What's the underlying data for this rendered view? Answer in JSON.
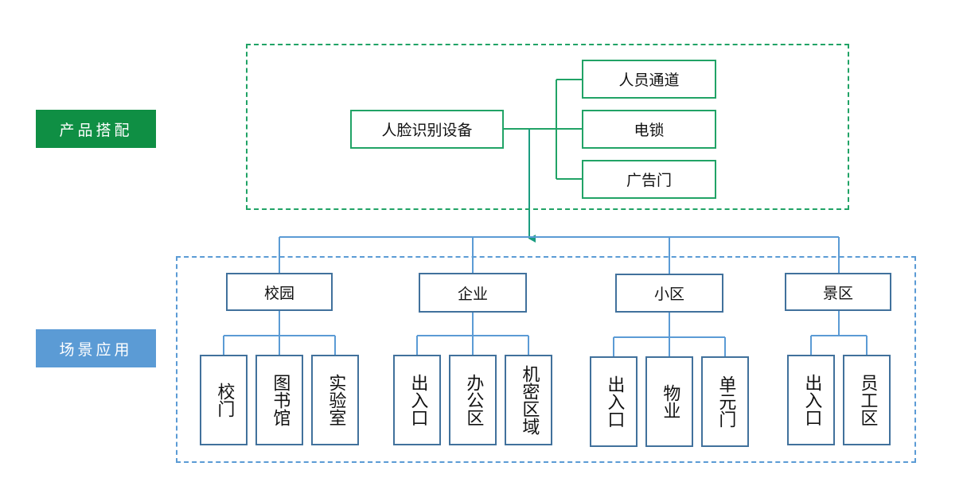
{
  "labels": {
    "product": "产品搭配",
    "scene": "场景应用"
  },
  "product": {
    "device": "人脸识别设备",
    "options": [
      "人员通道",
      "电锁",
      "广告门"
    ]
  },
  "scenes": [
    {
      "name": "校园",
      "items": [
        "校门",
        "图书馆",
        "实验室"
      ]
    },
    {
      "name": "企业",
      "items": [
        "出入口",
        "办公区",
        "机密区域"
      ]
    },
    {
      "name": "小区",
      "items": [
        "出入口",
        "物业",
        "单元门"
      ]
    },
    {
      "name": "景区",
      "items": [
        "出入口",
        "员工区"
      ]
    }
  ],
  "colors": {
    "green": "#21a366",
    "green_dark": "#0f8f44",
    "blue": "#5b9bd5",
    "blue_dark": "#41719c",
    "arrow": "#1a9c80"
  }
}
